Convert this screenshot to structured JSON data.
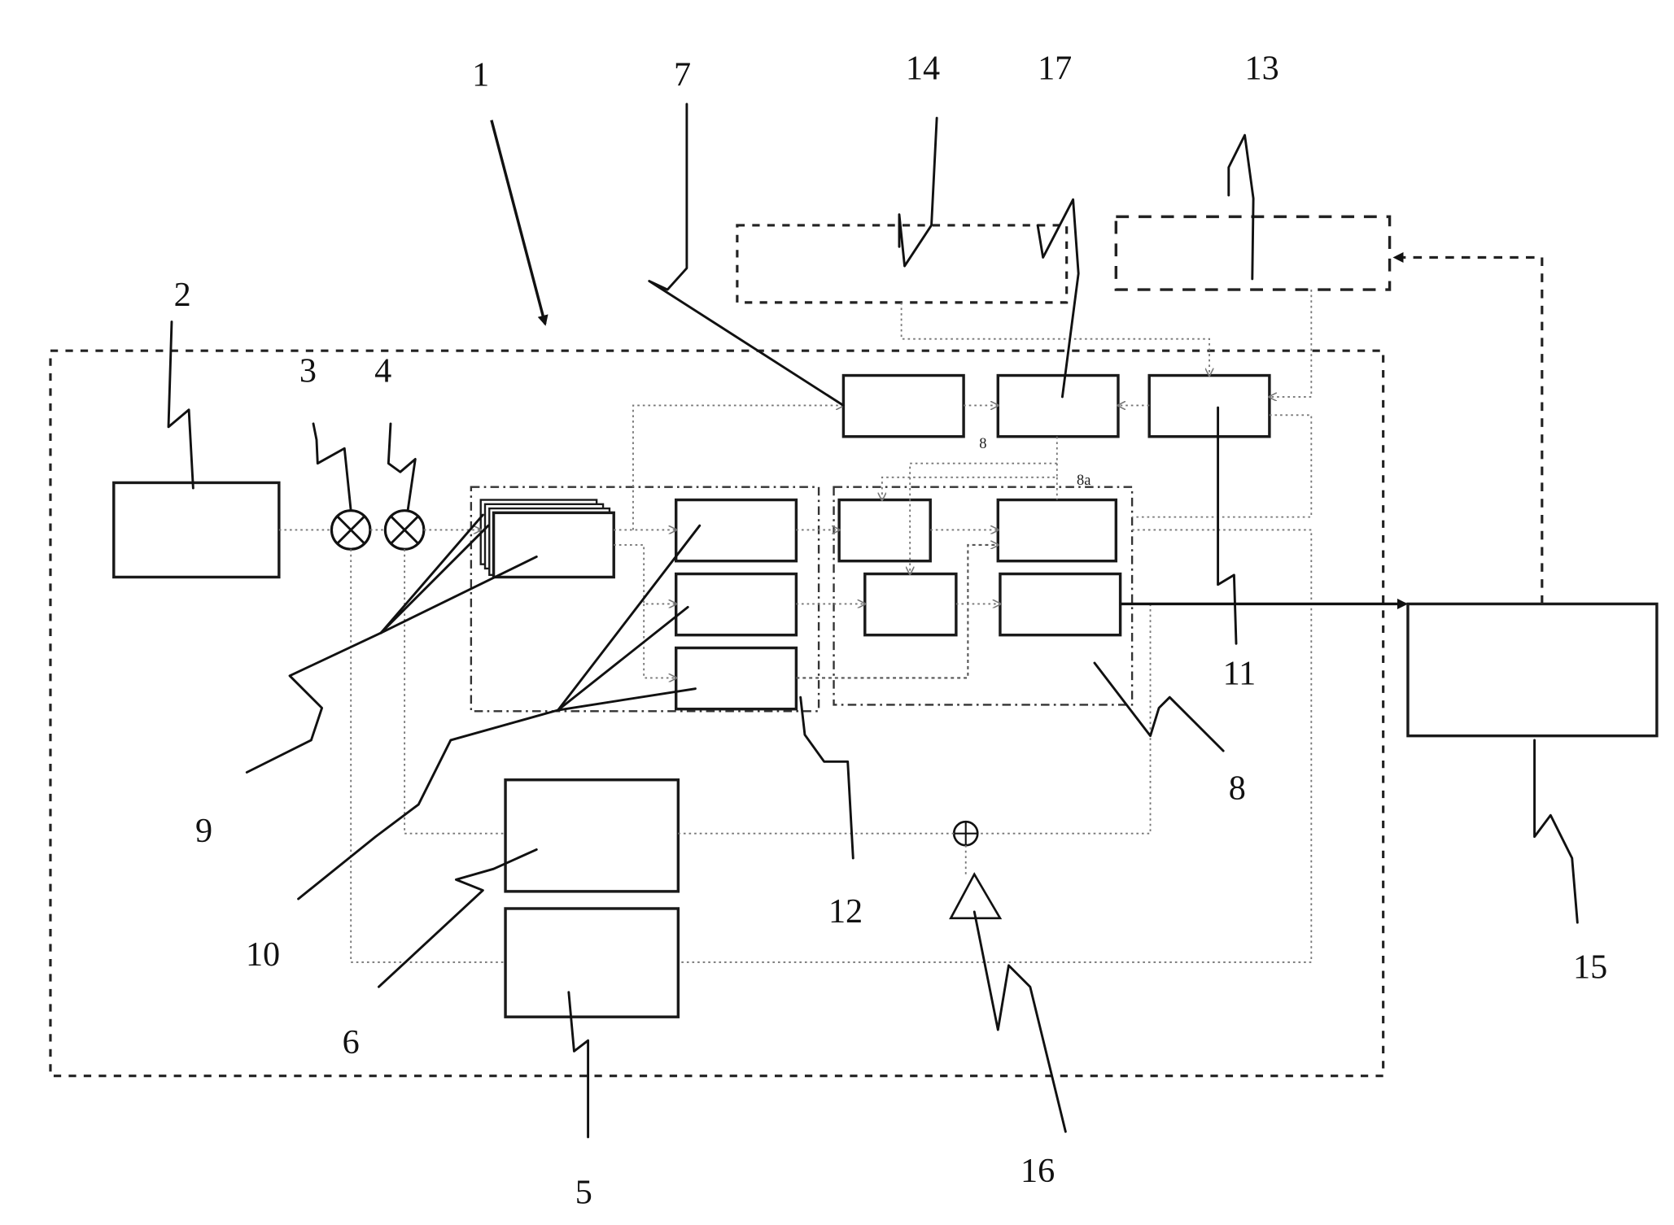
{
  "figure": {
    "type": "block-diagram",
    "style": "patent drawing"
  },
  "reference_labels": {
    "r1": "1",
    "r2": "2",
    "r3": "3",
    "r4": "4",
    "r5": "5",
    "r6": "6",
    "r7": "7",
    "r8": "8",
    "r8_small": "8",
    "r8a": "8a",
    "r9": "9",
    "r10": "10",
    "r11": "11",
    "r12": "12",
    "r13": "13",
    "r14": "14",
    "r15": "15",
    "r16": "16",
    "r17": "17"
  },
  "components": [
    {
      "ref": "1",
      "kind": "system-boundary",
      "border": "dashed"
    },
    {
      "ref": "2",
      "kind": "block"
    },
    {
      "ref": "3",
      "kind": "valve-symbol",
      "icon": "cross-circle"
    },
    {
      "ref": "4",
      "kind": "valve-symbol",
      "icon": "cross-circle"
    },
    {
      "ref": "5",
      "kind": "block"
    },
    {
      "ref": "6",
      "kind": "block"
    },
    {
      "ref": "7",
      "kind": "block"
    },
    {
      "ref": "8",
      "kind": "group",
      "border": "dash-dot",
      "contains": 4
    },
    {
      "ref": "9",
      "kind": "stacked-blocks"
    },
    {
      "ref": "10",
      "kind": "group-of-blocks",
      "contains": 3
    },
    {
      "ref": "11",
      "kind": "block"
    },
    {
      "ref": "12",
      "kind": "block"
    },
    {
      "ref": "13",
      "kind": "external-block",
      "border": "dashed"
    },
    {
      "ref": "14",
      "kind": "external-block",
      "border": "dashed"
    },
    {
      "ref": "15",
      "kind": "external-block"
    },
    {
      "ref": "16",
      "kind": "sensor-symbol",
      "icon": "triangle-with-crosshair"
    },
    {
      "ref": "17",
      "kind": "block"
    }
  ]
}
